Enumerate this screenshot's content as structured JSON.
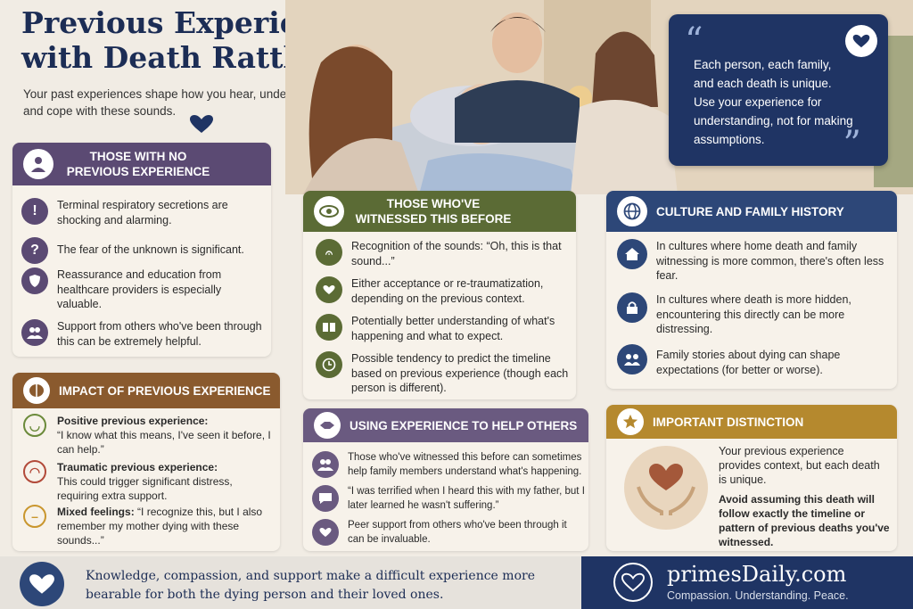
{
  "title": "Previous Experiences with Death Rattle",
  "subtitle": "Your past experiences shape how you hear, understand, and cope with these sounds.",
  "quote": {
    "text": "Each person, each family, and each death is unique. Use your experience for understanding, not for making assumptions."
  },
  "no_experience": {
    "header": "THOSE WITH NO PREVIOUS EXPERIENCE",
    "color": "#5b4a73",
    "items": [
      {
        "icon": "exclamation-icon",
        "text": "Terminal respiratory secretions are shocking and alarming."
      },
      {
        "icon": "question-icon",
        "text": "The fear of the unknown is significant."
      },
      {
        "icon": "shield-icon",
        "text": "Reassurance and education from healthcare providers is especially valuable."
      },
      {
        "icon": "people-icon",
        "text": "Support from others who've been through this can be extremely helpful."
      }
    ]
  },
  "impact": {
    "header": "IMPACT OF PREVIOUS EXPERIENCE",
    "color": "#8a5a2e",
    "items": [
      {
        "icon": "happy-face-icon",
        "label": "Positive previous experience:",
        "text": "“I know what this means, I've seen it before, I can help.”"
      },
      {
        "icon": "sad-face-icon",
        "label": "Traumatic previous experience:",
        "text": "This could trigger significant distress, requiring extra support."
      },
      {
        "icon": "neutral-face-icon",
        "label": "Mixed feelings:",
        "text": "“I recognize this, but I also remember my mother dying with these sounds...”"
      }
    ]
  },
  "witnessed": {
    "header": "THOSE WHO'VE WITNESSED THIS BEFORE",
    "color": "#5b6b35",
    "items": [
      {
        "icon": "ear-icon",
        "text": "Recognition of the sounds: “Oh, this is that sound...”"
      },
      {
        "icon": "heart-icon",
        "text": "Either acceptance or re-traumatization, depending on the previous context."
      },
      {
        "icon": "book-icon",
        "text": "Potentially better understanding of what's happening and what to expect."
      },
      {
        "icon": "clock-icon",
        "text": "Possible tendency to predict the timeline based on previous experience (though each person is different)."
      }
    ]
  },
  "helping": {
    "header": "USING EXPERIENCE TO HELP OTHERS",
    "color": "#6a5a80",
    "items": [
      {
        "icon": "people-icon",
        "text": "Those who've witnessed this before can sometimes help family members understand what's happening."
      },
      {
        "icon": "speech-bubble-icon",
        "text": "“I was terrified when I heard this with my father, but I later learned he wasn't suffering.”"
      },
      {
        "icon": "heart-hands-icon",
        "text": "Peer support from others who've been through it can be invaluable."
      }
    ]
  },
  "culture": {
    "header": "CULTURE AND FAMILY HISTORY",
    "color": "#2d4778",
    "items": [
      {
        "icon": "house-icon",
        "text": "In cultures where home death and family witnessing is more common, there's often less fear."
      },
      {
        "icon": "lock-icon",
        "text": "In cultures where death is more hidden, encountering this directly can be more distressing."
      },
      {
        "icon": "family-icon",
        "text": "Family stories about dying can shape expectations (for better or worse)."
      }
    ]
  },
  "distinction": {
    "header": "IMPORTANT DISTINCTION",
    "color": "#b5892e",
    "text": "Your previous experience provides context, but each death is unique.",
    "bold": "Avoid assuming this death will follow exactly the timeline or pattern of previous deaths you've witnessed."
  },
  "footer": {
    "text": "Knowledge, compassion, and support make a difficult experience more bearable for both the dying person and their loved ones.",
    "brand": "primesDaily.com",
    "tagline": "Compassion. Understanding. Peace."
  }
}
